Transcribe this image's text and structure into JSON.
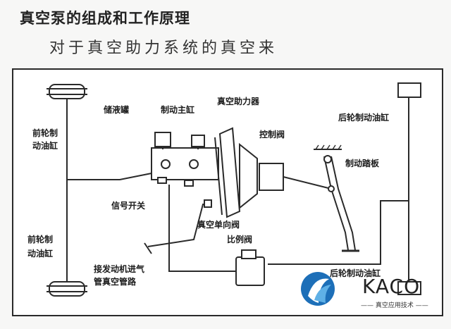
{
  "header": {
    "title": "真空泵的组成和工作原理",
    "subtitle": "对于真空助力系统的真空来"
  },
  "labels": {
    "front_wheel_top_1": "前轮制",
    "front_wheel_top_2": "动油缸",
    "reservoir": "储液罐",
    "master_cylinder": "制动主缸",
    "vacuum_booster": "真空助力器",
    "rear_wheel_top": "后轮制动油缸",
    "control_valve": "控制阀",
    "brake_pedal": "制动踏板",
    "signal_switch": "信号开关",
    "vacuum_check_valve": "真空单向阀",
    "proportional_valve": "比例阀",
    "front_wheel_bottom_1": "前轮制",
    "front_wheel_bottom_2": "动油缸",
    "engine_intake_1": "接发动机进气",
    "engine_intake_2": "管真空管路",
    "rear_wheel_bottom": "后轮制动油缸"
  },
  "logo": {
    "name": "KACO",
    "tagline": "—— 真空应用技术 ——",
    "colors": {
      "primary": "#1d6fb8",
      "light": "#5fb0e6"
    }
  },
  "colors": {
    "line": "#2a2a2a",
    "panel_fill": "#ffffff",
    "background": "#f7f7f6"
  }
}
